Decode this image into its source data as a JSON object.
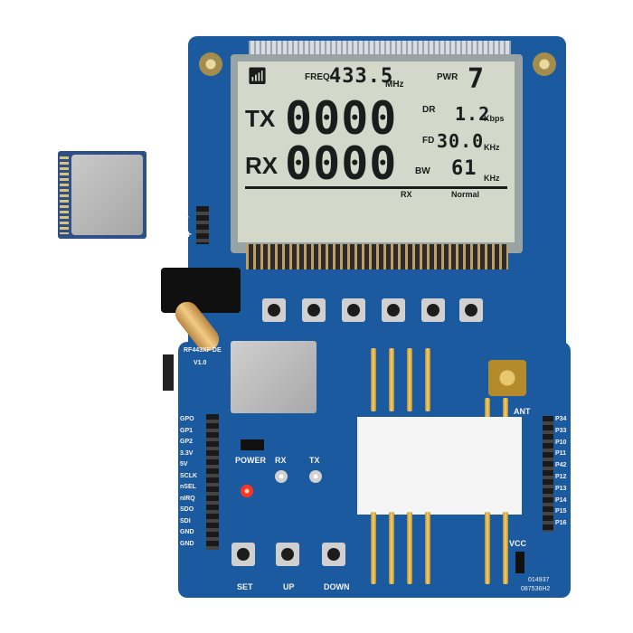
{
  "lcd": {
    "freq_label": "FREQ",
    "freq_value": "433.5",
    "freq_unit": "MHz",
    "pwr_label": "PWR",
    "pwr_value": "7",
    "tx_label": "TX",
    "tx_value": "0000",
    "rx_label": "RX",
    "rx_value": "0000",
    "dr_label": "DR",
    "dr_value": "1.2",
    "dr_unit": "Kbps",
    "fd_label": "FD",
    "fd_value": "30.0",
    "fd_unit": "KHz",
    "bw_label": "BW",
    "bw_value": "61",
    "bw_unit": "KHz",
    "mode_left": "RX",
    "mode_right": "Normal"
  },
  "silkscreen": {
    "board_name": "RF443XF DE",
    "board_version": "V1.0",
    "power": "POWER",
    "rx": "RX",
    "tx": "TX",
    "set": "SET",
    "up": "UP",
    "down": "DOWN",
    "ant": "ANT",
    "vcc": "VCC",
    "minus": "-",
    "plus": "+",
    "serial_1": "014937",
    "serial_2": "087536H2",
    "left_pins": [
      "GPO",
      "GP1",
      "GP2",
      "3.3V",
      "5V",
      "SCLK",
      "nSEL",
      "nIRQ",
      "SDO",
      "SDI",
      "GND",
      "GND"
    ],
    "right_pins": [
      "P34",
      "P33",
      "P10",
      "P11",
      "P42",
      "P12",
      "P13",
      "P14",
      "P15",
      "P16"
    ]
  }
}
